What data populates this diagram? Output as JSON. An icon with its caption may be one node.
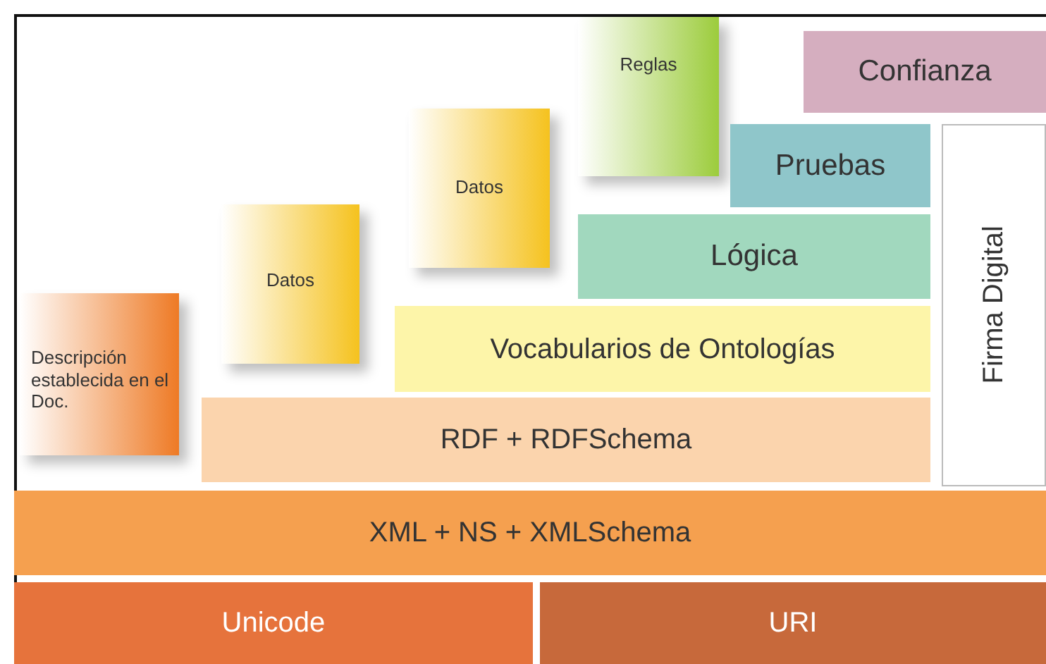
{
  "diagram": {
    "nodes": [
      {
        "text": [
          "Reglas"
        ]
      },
      {
        "text": [
          "Confianza"
        ]
      },
      {
        "text": [
          "Datos"
        ]
      },
      {
        "text": [
          "Pruebas"
        ]
      },
      {
        "text": [
          "Datos"
        ]
      },
      {
        "text": [
          "Lógica"
        ]
      },
      {
        "text": [
          "Firma Digital"
        ]
      },
      {
        "text": [
          "Descripción establecida en el Doc."
        ]
      },
      {
        "text": [
          "Vocabularios de Ontologías"
        ]
      },
      {
        "text": [
          "RDF + RDFSchema"
        ]
      },
      {
        "text": [
          "XML + NS + XMLSchema"
        ]
      },
      {
        "text": [
          "Unicode"
        ]
      },
      {
        "text": [
          "URI"
        ]
      }
    ]
  }
}
